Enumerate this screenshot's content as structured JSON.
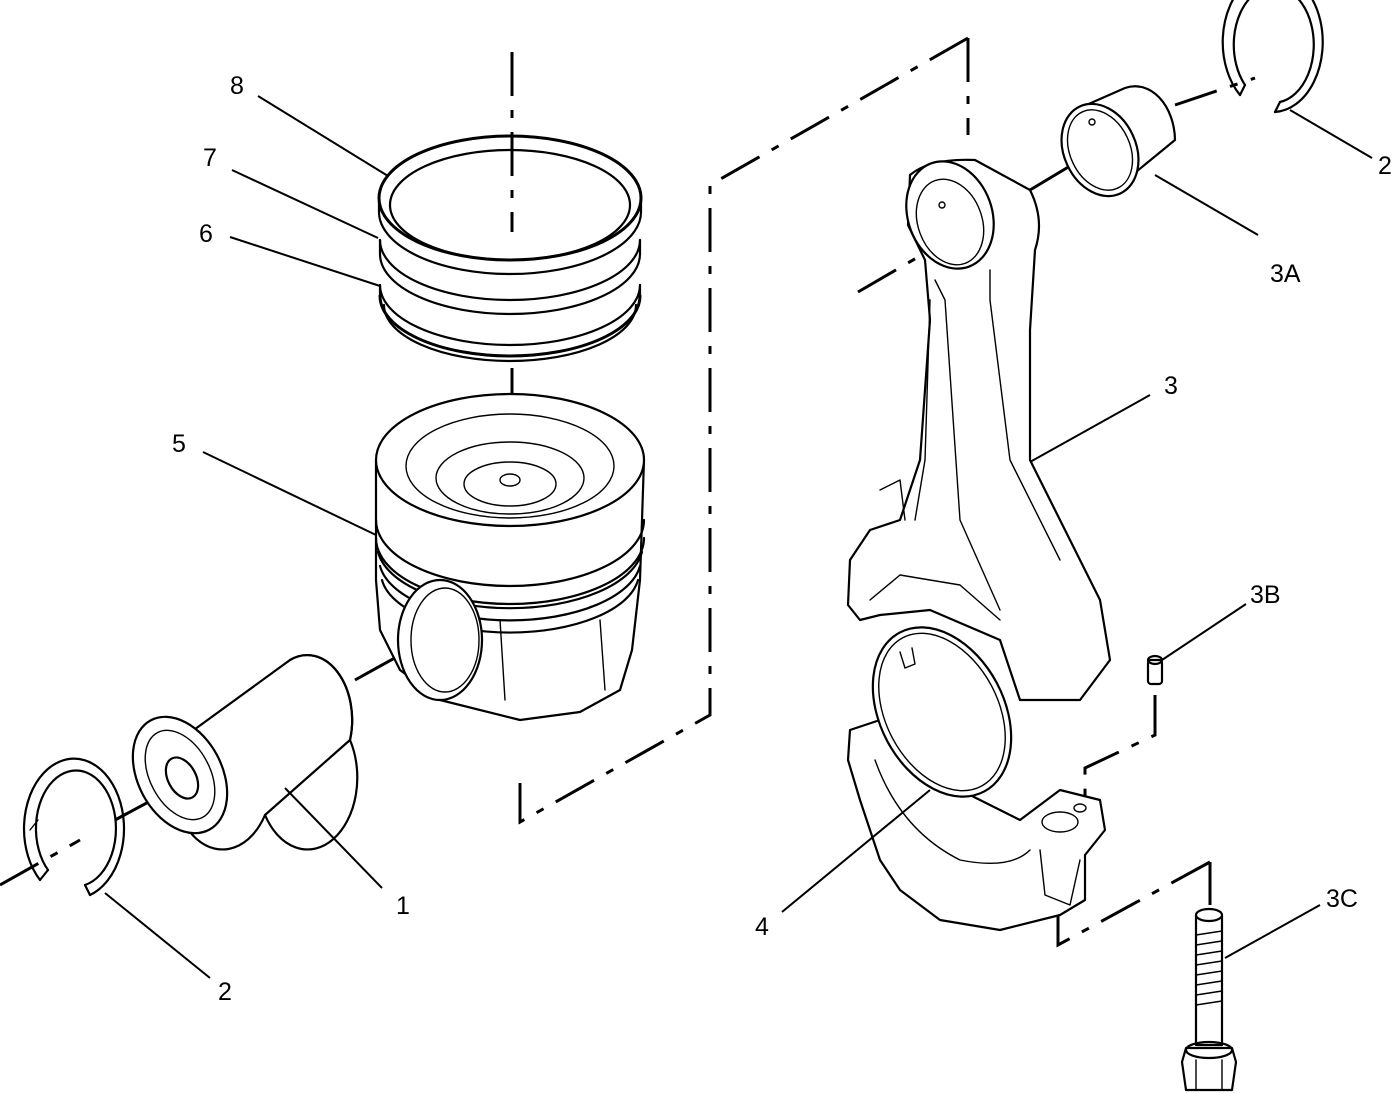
{
  "callouts": {
    "c1": "1",
    "c2_left": "2",
    "c2_right": "2",
    "c3": "3",
    "c3A": "3A",
    "c3B": "3B",
    "c3C": "3C",
    "c4": "4",
    "c5": "5",
    "c6": "6",
    "c7": "7",
    "c8": "8"
  },
  "colors": {
    "line": "#000000",
    "background": "#ffffff"
  }
}
